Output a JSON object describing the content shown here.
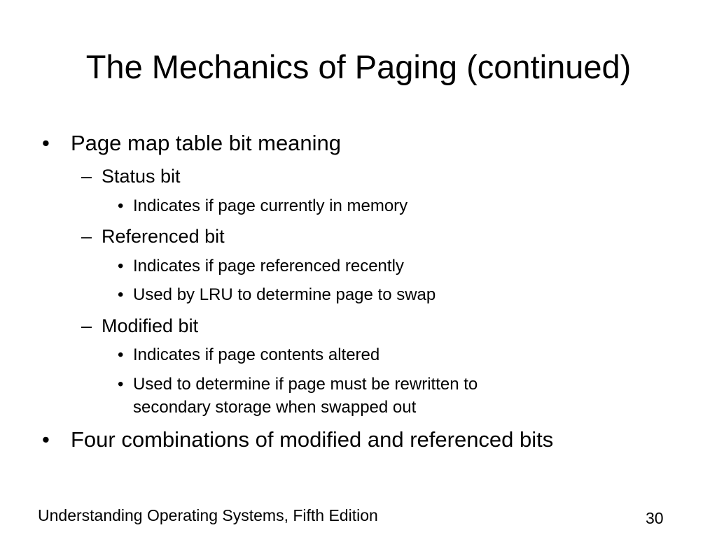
{
  "slide": {
    "title": "The Mechanics of Paging (continued)",
    "bullets": [
      {
        "marker": "•",
        "text": "Page map table bit meaning"
      },
      {
        "marker": "–",
        "text": "Status bit"
      },
      {
        "marker": "•",
        "text": "Indicates if page currently in memory"
      },
      {
        "marker": "–",
        "text": "Referenced bit"
      },
      {
        "marker": "•",
        "text": "Indicates if page referenced recently"
      },
      {
        "marker": "•",
        "text": "Used by LRU to determine page to swap"
      },
      {
        "marker": "–",
        "text": "Modified bit"
      },
      {
        "marker": "•",
        "text": "Indicates if page contents altered"
      },
      {
        "marker": "•",
        "text": "Used to determine if page must be rewritten to"
      },
      {
        "marker": "",
        "text": "secondary storage when swapped out"
      },
      {
        "marker": "•",
        "text": "Four combinations of modified and referenced bits"
      }
    ],
    "footer": {
      "book_title": "Understanding Operating Systems, Fifth Edition",
      "page_number": "30"
    }
  }
}
